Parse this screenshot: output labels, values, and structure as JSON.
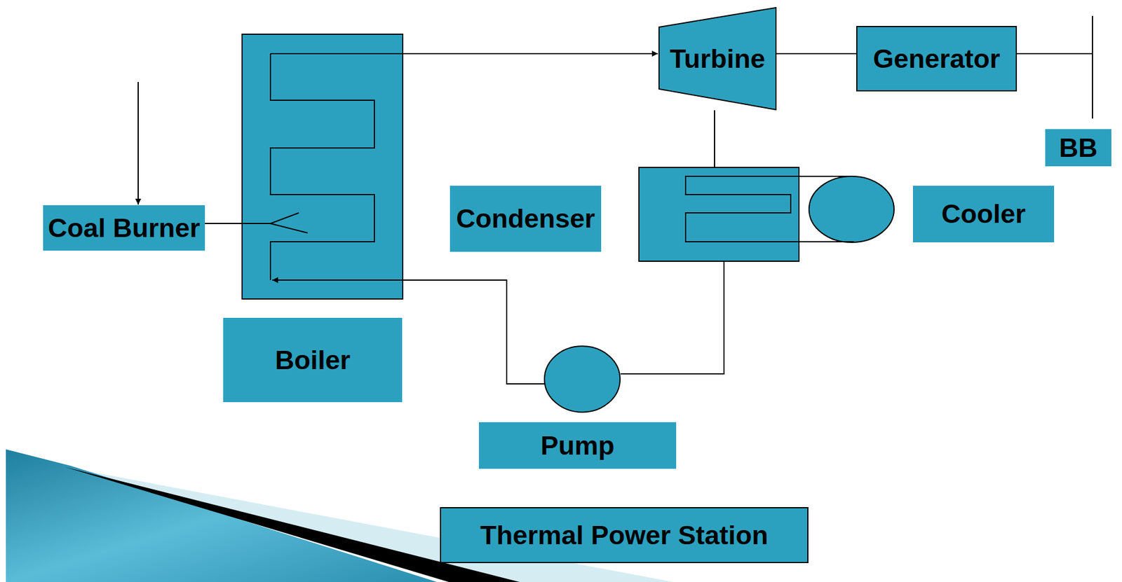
{
  "diagram": {
    "nodes": [
      {
        "text": [
          "Turbine"
        ]
      },
      {
        "text": [
          "Generator"
        ]
      },
      {
        "text": [
          "BB"
        ]
      },
      {
        "text": [
          "Coal Burner"
        ]
      },
      {
        "text": [
          "Condenser"
        ]
      },
      {
        "text": [
          "Cooler"
        ]
      },
      {
        "text": [
          "Boiler"
        ]
      },
      {
        "text": [
          "Pump"
        ]
      },
      {
        "text": [
          "Thermal Power Station"
        ]
      }
    ],
    "edges": [
      {
        "from": 0,
        "to": 1,
        "arrow": "none"
      }
    ]
  }
}
